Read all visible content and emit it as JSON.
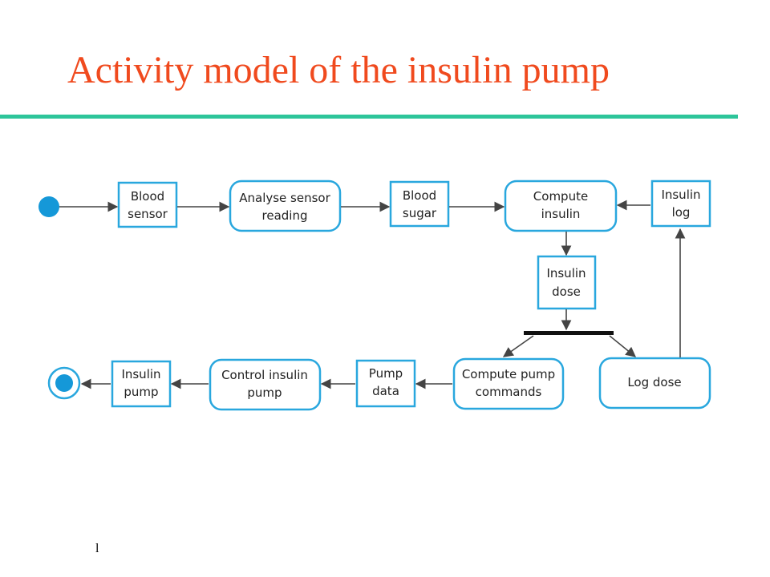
{
  "slide": {
    "title": "Activity model of the insulin pump",
    "footer_mark": "l"
  },
  "colors": {
    "title": "#f04a1e",
    "rule": "#2dc59a",
    "node_border": "#29a7de",
    "start_node": "#1598d8",
    "arrow": "#444444"
  },
  "nodes": {
    "blood_sensor": [
      "Blood",
      "sensor"
    ],
    "analyse_sensor_reading": [
      "Analyse sensor",
      "reading"
    ],
    "blood_sugar": [
      "Blood",
      "sugar"
    ],
    "compute_insulin": [
      "Compute",
      "insulin"
    ],
    "insulin_log": [
      "Insulin",
      "log"
    ],
    "insulin_dose": [
      "Insulin",
      "dose"
    ],
    "log_dose": [
      "Log dose"
    ],
    "compute_pump_commands": [
      "Compute pump",
      "commands"
    ],
    "pump_data": [
      "Pump",
      "data"
    ],
    "control_insulin_pump": [
      "Control insulin",
      "pump"
    ],
    "insulin_pump": [
      "Insulin",
      "pump"
    ]
  }
}
